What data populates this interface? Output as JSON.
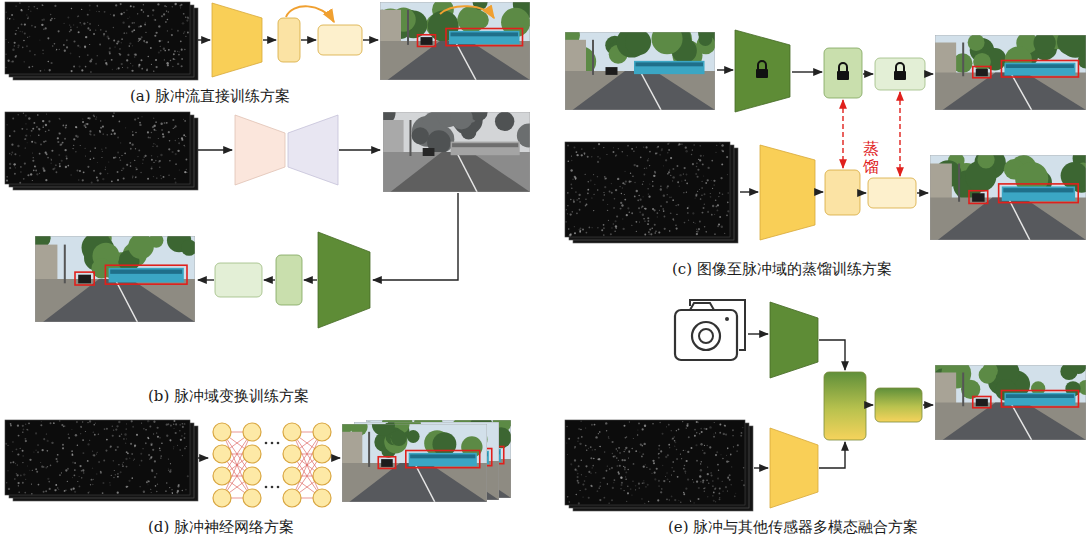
{
  "diagram": {
    "labels": [
      "(a) 脉冲流直接训练方案",
      "(b) 脉冲域变换训练方案",
      "(c) 图像至脉冲域的蒸馏训练方案",
      "蒸馏",
      "(d) 脉冲神经网络方案",
      "(e) 脉冲与其他传感器多模态融合方案"
    ]
  }
}
